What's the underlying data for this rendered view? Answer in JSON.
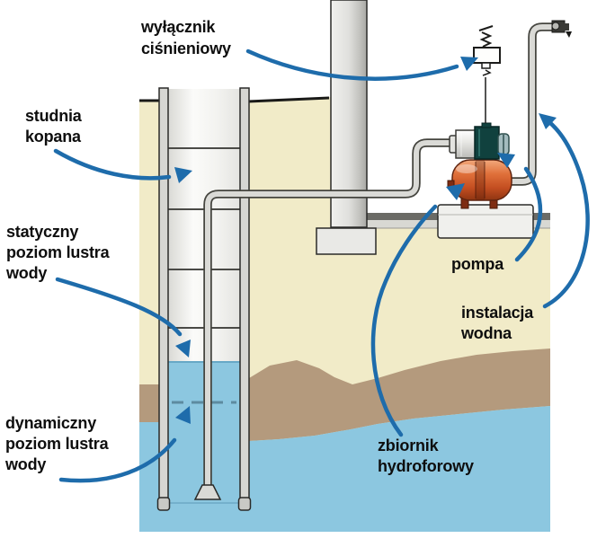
{
  "diagram": {
    "labels": {
      "pressure_switch": "wyłącznik\nciśnieniowy",
      "dug_well": "studnia\nkopana",
      "static_water_level": "statyczny\npoziom lustra\nwody",
      "dynamic_water_level": "dynamiczny\npoziom lustra\nwody",
      "pump": "pompa",
      "water_installation": "instalacja\nwodna",
      "pressure_tank": "zbiornik\nhydroforowy"
    },
    "colors": {
      "arrow_blue": "#1e6cab",
      "soil_cream": "#f1ebc8",
      "soil_brown": "#b49a7d",
      "groundwater_blue": "#8cc7e0",
      "tank_red": "#c24d20",
      "pump_teal": "#10413e"
    }
  }
}
